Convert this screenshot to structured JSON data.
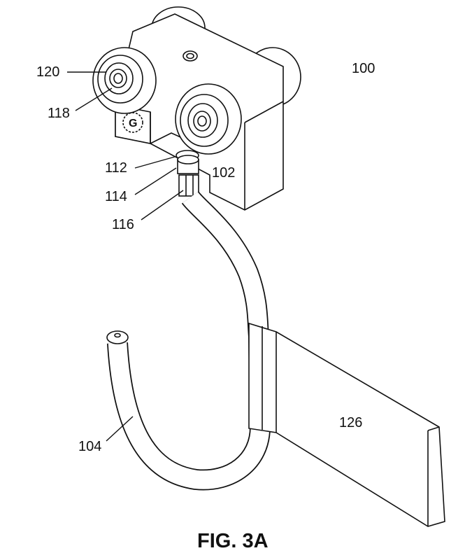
{
  "figure": {
    "caption": "FIG. 3A",
    "labels": {
      "assembly": "100",
      "carriage": "102",
      "hook": "104",
      "part_112": "112",
      "part_114": "114",
      "part_116": "116",
      "bearing_118": "118",
      "wheel_120": "120",
      "plate": "126"
    }
  }
}
